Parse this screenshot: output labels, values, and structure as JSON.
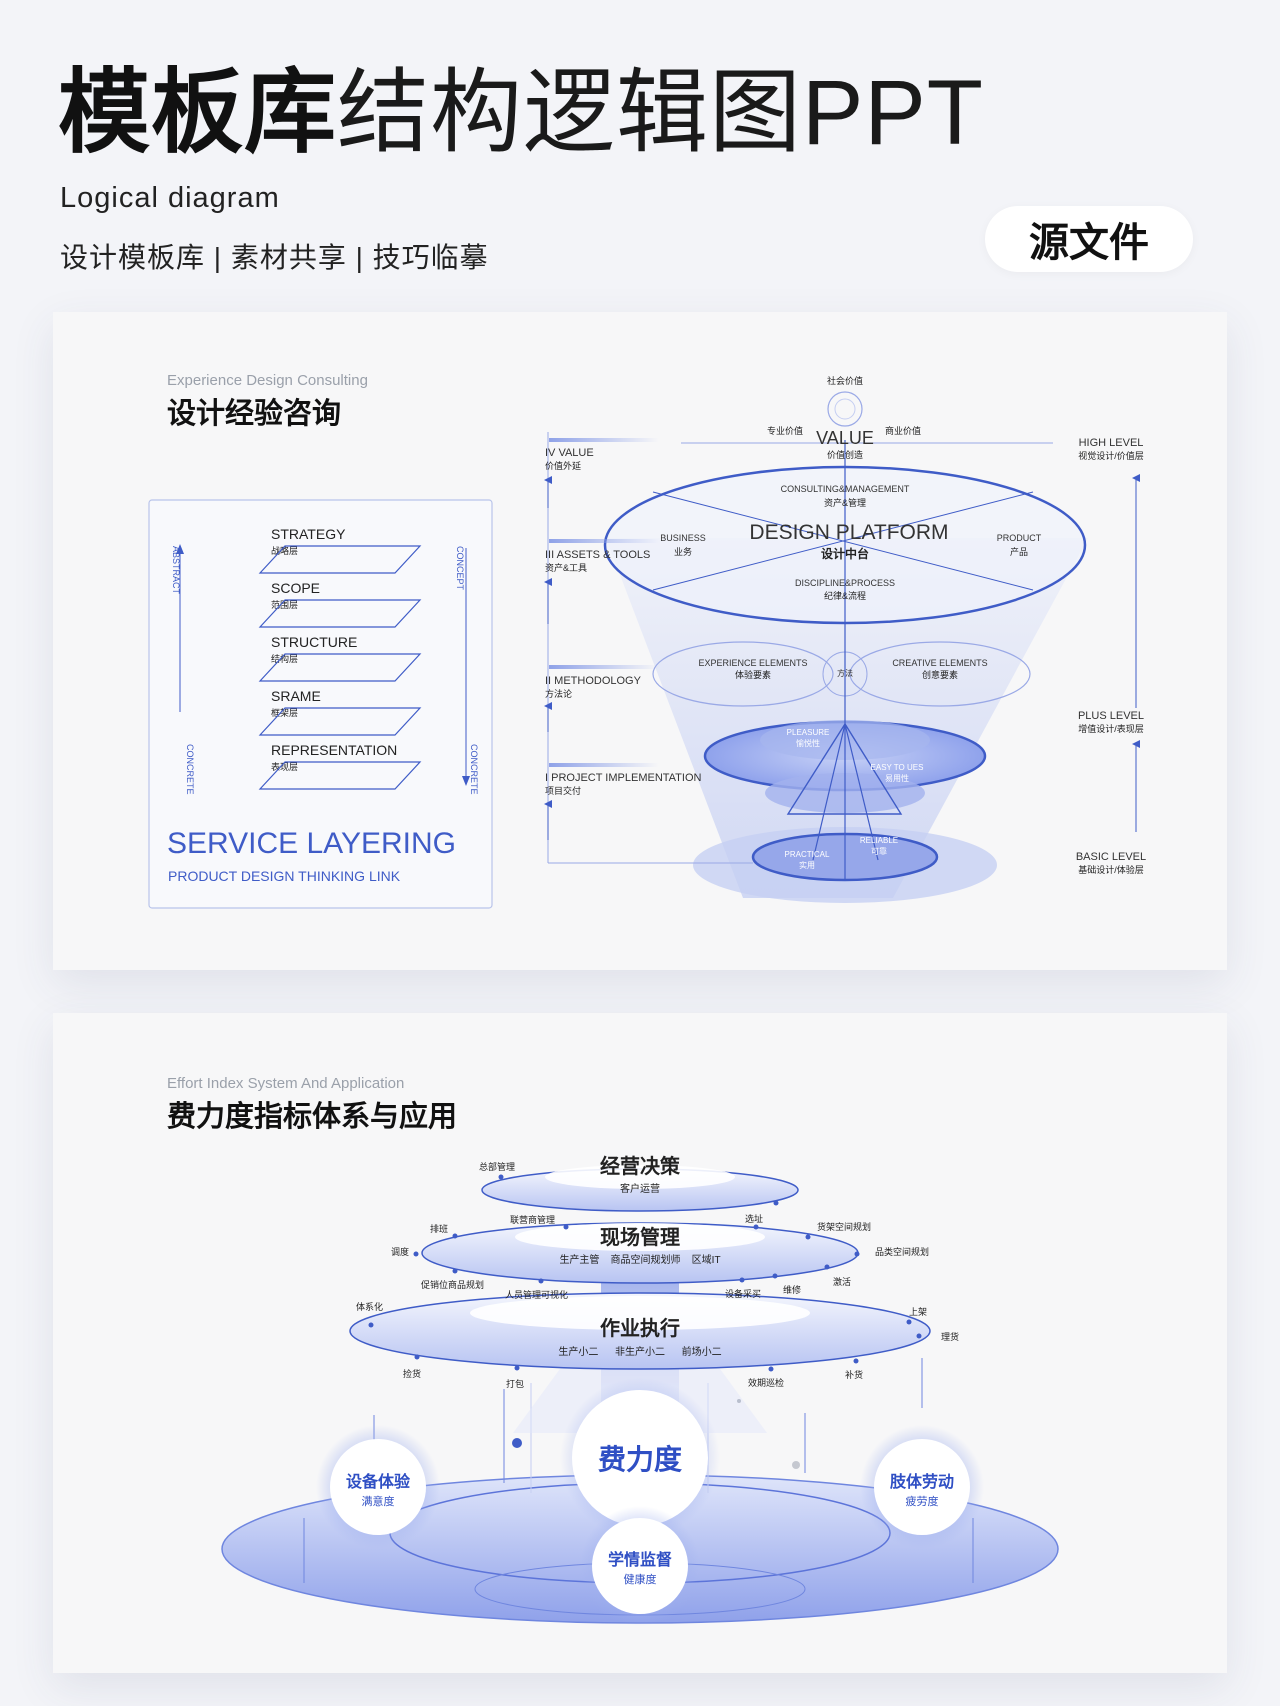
{
  "header": {
    "title_bold": "模板库",
    "title_light": "结构逻辑图PPT",
    "subtitle": "Logical  diagram",
    "tags": "设计模板库 | 素材共享 | 技巧临摹",
    "source_button": "源文件"
  },
  "card1": {
    "title_en": "Experience Design Consulting",
    "title_zh": "设计经验咨询",
    "service_box": {
      "left_axis": "ABSTRACT",
      "left_axis_bottom": "CONCRETE",
      "right_axis": "CONCEPT",
      "right_axis_bottom": "CONCRETE",
      "layers": [
        {
          "en": "STRATEGY",
          "zh": "战略层"
        },
        {
          "en": "SCOPE",
          "zh": "范围层"
        },
        {
          "en": "STRUCTURE",
          "zh": "结构层"
        },
        {
          "en": "SRAME",
          "zh": "框架层"
        },
        {
          "en": "REPRESENTATION",
          "zh": "表现层"
        }
      ],
      "big_title": "SERVICE LAYERING",
      "small_title": "PRODUCT DESIGN THINKING LINK"
    },
    "funnel": {
      "social_value": "社会价值",
      "professional_value": "专业价值",
      "business_value": "商业价值",
      "value_en": "VALUE",
      "value_zh": "价值创造",
      "consulting_en": "CONSULTING&MANAGEMENT",
      "consulting_zh": "资产&管理",
      "platform_en": "DESIGN PLATFORM",
      "platform_zh": "设计中台",
      "business_en": "BUSINESS",
      "business_zh": "业务",
      "product_en": "PRODUCT",
      "product_zh": "产品",
      "discipline_en": "DISCIPLINE&PROCESS",
      "discipline_zh": "纪律&流程",
      "exp_en": "EXPERIENCE ELEMENTS",
      "exp_zh": "体验要素",
      "creative_en": "CREATIVE ELEMENTS",
      "creative_zh": "创意要素",
      "method": "方法",
      "pleasure_en": "PLEASURE",
      "pleasure_zh": "愉悦性",
      "easy_en": "EASY TO UES",
      "easy_zh": "易用性",
      "practical_en": "PRACTICAL",
      "practical_zh": "实用",
      "reliable_en": "RELIABLE",
      "reliable_zh": "可靠"
    },
    "left_levels": [
      {
        "en": "IV VALUE",
        "zh": "价值外延"
      },
      {
        "en": "III ASSETS & TOOLS",
        "zh": "资产&工具"
      },
      {
        "en": "II METHODOLOGY",
        "zh": "方法论"
      },
      {
        "en": "I PROJECT IMPLEMENTATION",
        "zh": "项目交付"
      }
    ],
    "right_levels": [
      {
        "en": "HIGH LEVEL",
        "zh": "视觉设计/价值层"
      },
      {
        "en": "PLUS LEVEL",
        "zh": "增值设计/表现层"
      },
      {
        "en": "BASIC LEVEL",
        "zh": "基础设计/体验层"
      }
    ]
  },
  "card2": {
    "title_en": "Effort Index System And Application",
    "title_zh": "费力度指标体系与应用",
    "tiers": [
      {
        "title": "经营决策",
        "subtitle": "客户运营"
      },
      {
        "title": "现场管理",
        "subtitle": "生产主管    商品空间规划师    区域IT"
      },
      {
        "title": "作业执行",
        "subtitle": "生产小二      非生产小二      前场小二"
      }
    ],
    "tier_labels": {
      "t1": [
        "总部管理"
      ],
      "t2": [
        "排班",
        "联营商管理",
        "选址",
        "货架空间规划",
        "调度",
        "品类空间规划",
        "促销位商品规划",
        "人员管理可视化",
        "设备采买",
        "维修",
        "激活"
      ],
      "t3": [
        "体系化",
        "上架",
        "理货",
        "捡货",
        "打包",
        "效期巡检",
        "补货"
      ]
    },
    "center": "费力度",
    "bubbles": [
      {
        "title": "设备体验",
        "subtitle": "满意度"
      },
      {
        "title": "学情监督",
        "subtitle": "健康度"
      },
      {
        "title": "肢体劳动",
        "subtitle": "疲劳度"
      }
    ]
  }
}
